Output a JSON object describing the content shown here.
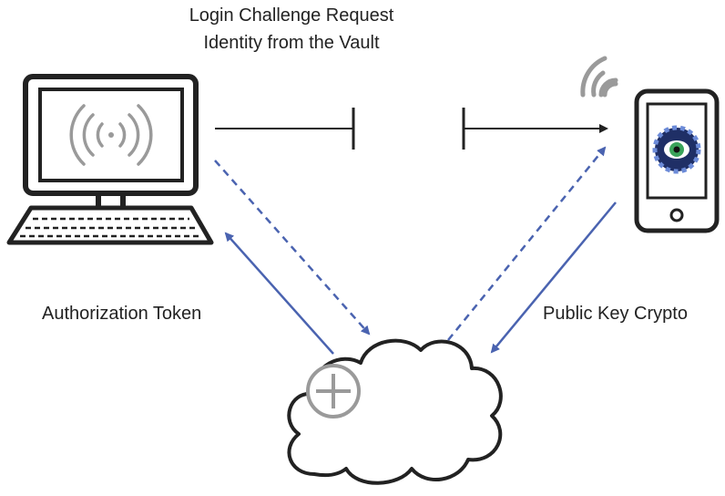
{
  "labels": {
    "title_line1": "Login Challenge Request",
    "title_line2": "Identity from the Vault",
    "authorization_token": "Authorization Token",
    "public_key_crypto": "Public Key Crypto"
  },
  "colors": {
    "outline": "#222222",
    "blue_arrow": "#4a63b0",
    "gray": "#9a9a9a",
    "eye_blue_dark": "#1f2f66",
    "eye_blue_light": "#6c8bd8",
    "eye_green": "#3aa35a"
  },
  "icons": {
    "computer": "desktop-computer-icon",
    "wireless_signal": "wireless-signal-icon",
    "phone": "smartphone-icon",
    "cloud": "cloud-icon",
    "plus": "plus-circle-icon",
    "eye": "eye-logo-icon"
  }
}
